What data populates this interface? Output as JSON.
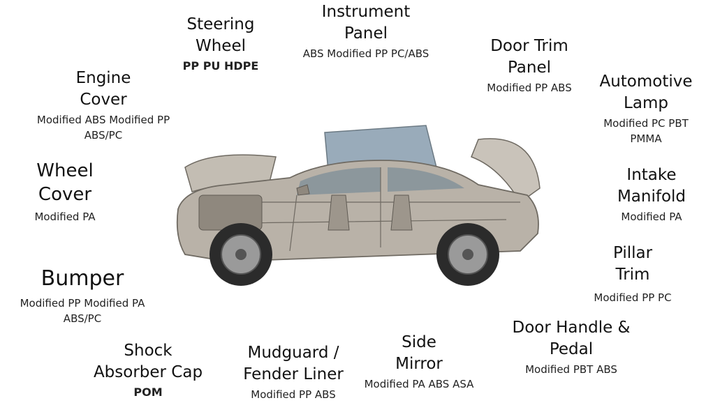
{
  "labels": [
    {
      "id": "steering-wheel",
      "name_lines": [
        "Steering",
        "Wheel"
      ],
      "materials": [
        "PP PU HDPE"
      ]
    },
    {
      "id": "instrument-panel",
      "name_lines": [
        "Instrument",
        "Panel"
      ],
      "materials": [
        "ABS Modified PP PC/ABS"
      ]
    },
    {
      "id": "door-trim-panel",
      "name_lines": [
        "Door Trim",
        "Panel"
      ],
      "materials": [
        "Modified PP ABS"
      ]
    },
    {
      "id": "automotive-lamp",
      "name_lines": [
        "Automotive",
        "Lamp"
      ],
      "materials": [
        "Modified PC PBT PMMA"
      ]
    },
    {
      "id": "engine-cover",
      "name_lines": [
        "Engine",
        "Cover"
      ],
      "materials": [
        "Modified ABS Modified PP",
        "ABS/PC"
      ]
    },
    {
      "id": "wheel-cover",
      "name_lines": [
        "Wheel",
        "Cover"
      ],
      "materials": [
        "Modified PA"
      ]
    },
    {
      "id": "intake-manifold",
      "name_lines": [
        "Intake",
        "Manifold"
      ],
      "materials": [
        "Modified PA"
      ]
    },
    {
      "id": "pillar-trim",
      "name_lines": [
        "Pillar",
        "Trim"
      ],
      "materials": [
        "Modified PP PC"
      ]
    },
    {
      "id": "bumper",
      "name_lines": [
        "Bumper"
      ],
      "materials": [
        "Modified PP Modified PA",
        "ABS/PC"
      ]
    },
    {
      "id": "door-handle-pedal",
      "name_lines": [
        "Door Handle &",
        "Pedal"
      ],
      "materials": [
        "Modified PBT ABS"
      ]
    },
    {
      "id": "shock-absorber-cap",
      "name_lines": [
        "Shock",
        "Absorber Cap"
      ],
      "materials": [
        "POM"
      ]
    },
    {
      "id": "mudguard-fender-liner",
      "name_lines": [
        "Mudguard /",
        "Fender Liner"
      ],
      "materials": [
        "Modified PP ABS"
      ]
    },
    {
      "id": "side-mirror",
      "name_lines": [
        "Side",
        "Mirror"
      ],
      "materials": [
        "Modified PA ABS ASA"
      ]
    }
  ],
  "colors": {
    "body": "#b9b2a8",
    "body_dark": "#8f887e",
    "glass": "#8ea3b3",
    "tire": "#2b2b2b",
    "rim": "#9a9a9a"
  }
}
